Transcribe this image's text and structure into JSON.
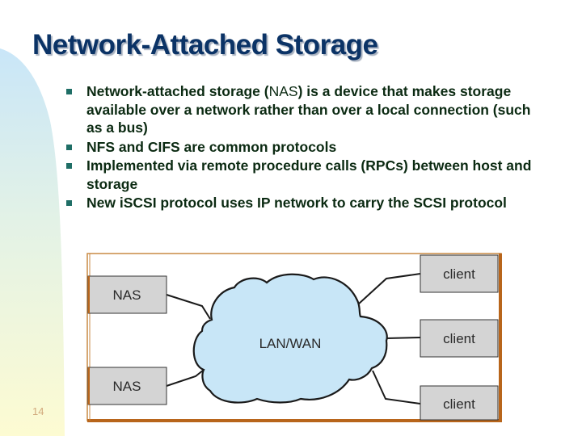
{
  "slide": {
    "title": "Network-Attached Storage",
    "page_number": "14",
    "bullets": [
      {
        "text_before": "Network-attached storage (",
        "text_plain": "NAS",
        "text_after": ") is a device that makes storage available over a network rather than over a local connection (such as a bus)"
      },
      {
        "text": "NFS and CIFS are common protocols"
      },
      {
        "text": "Implemented via remote procedure calls (RPCs) between host and storage"
      },
      {
        "text": "New iSCSI protocol uses IP network to carry the SCSI protocol"
      }
    ]
  },
  "diagram": {
    "network_label": "LAN/WAN",
    "storage_nodes": [
      {
        "label": "NAS"
      },
      {
        "label": "NAS"
      }
    ],
    "client_nodes": [
      {
        "label": "client"
      },
      {
        "label": "client"
      },
      {
        "label": "client"
      }
    ],
    "colors": {
      "title": "#0b3366",
      "bullet_text": "#0b2a12",
      "bullet_marker": "#1f6e66",
      "cloud_fill": "#c8e6f7",
      "node_fill": "#d4d4d4",
      "frame_border": "#b8651b"
    }
  }
}
